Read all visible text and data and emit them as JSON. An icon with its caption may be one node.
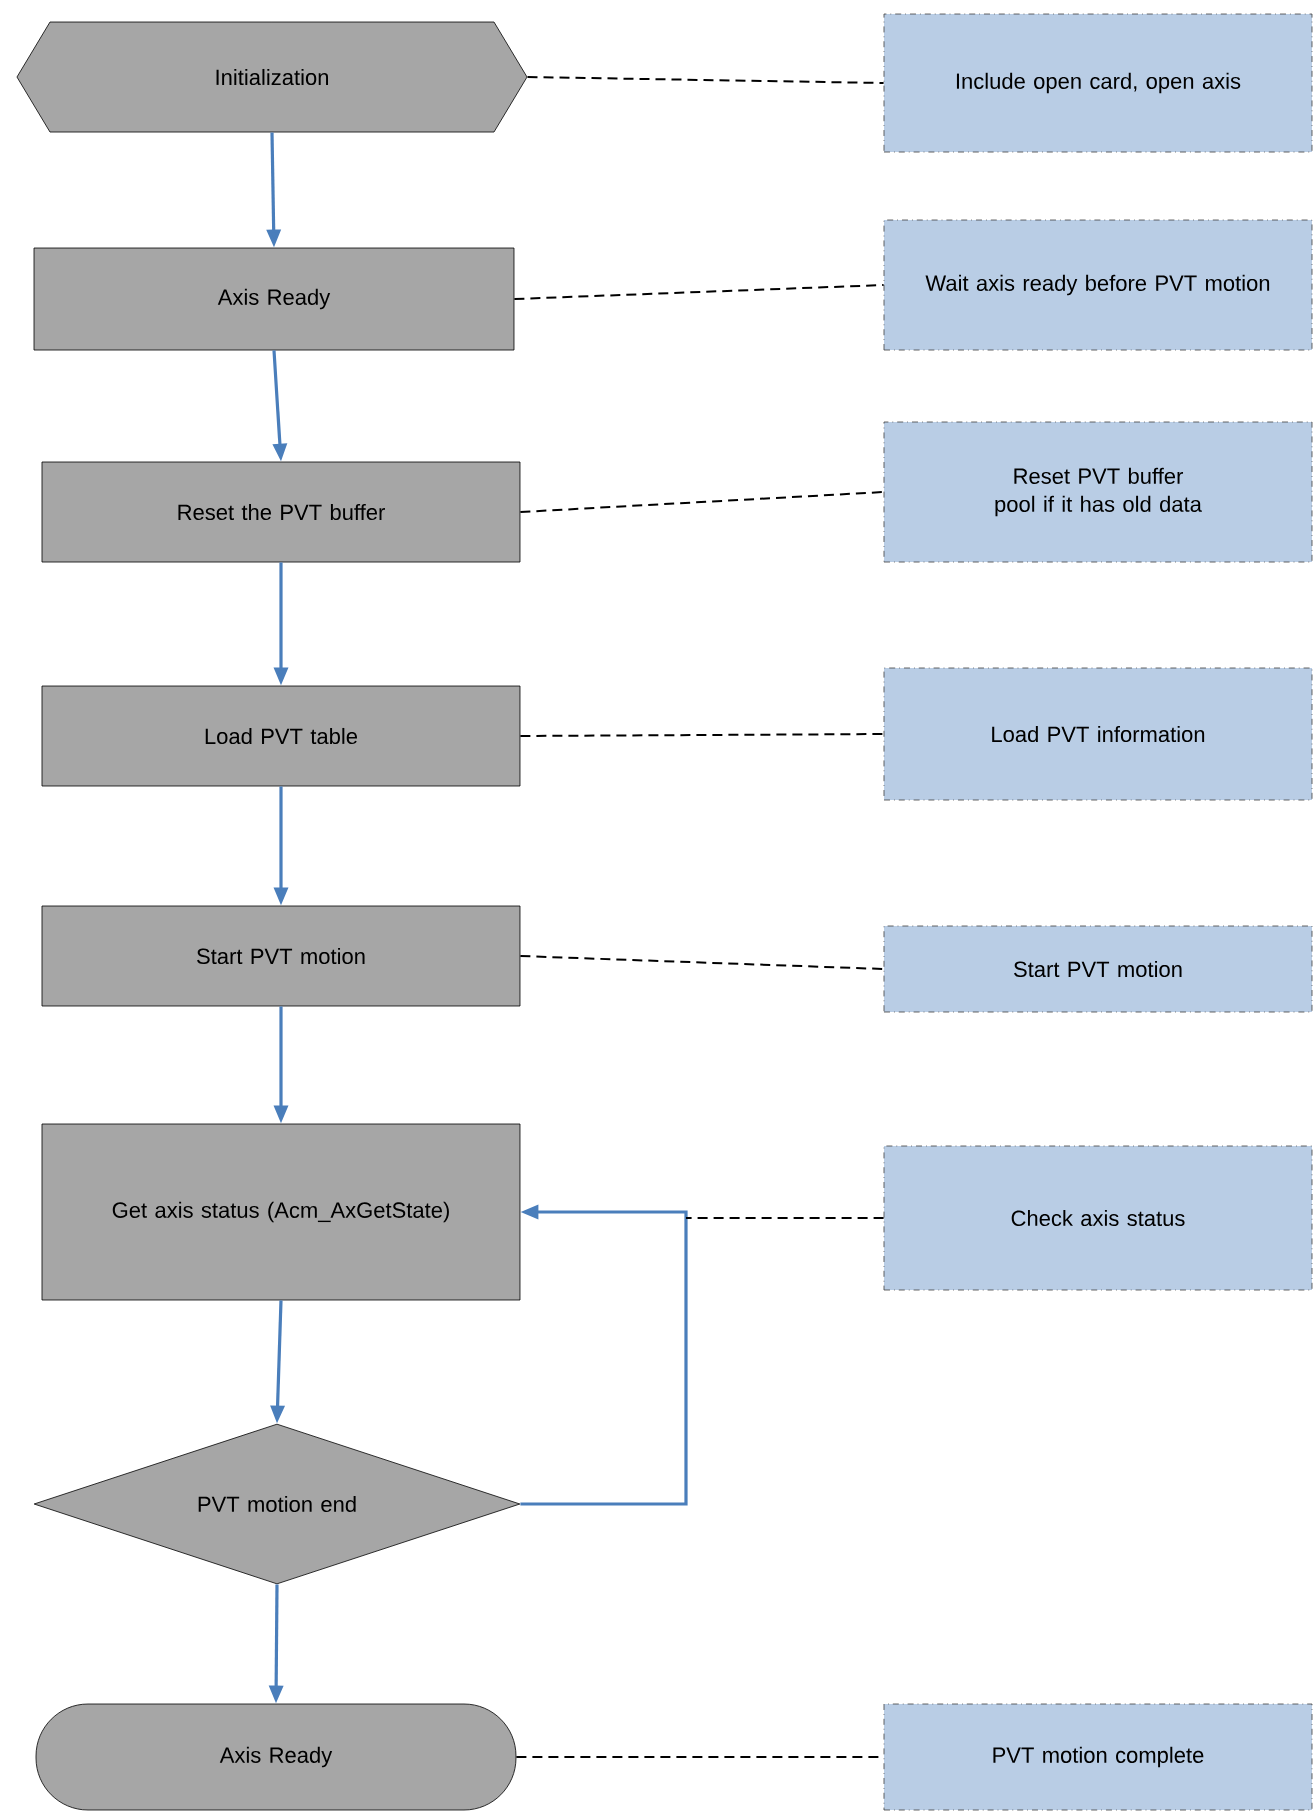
{
  "diagram": {
    "nodes": [
      {
        "text": [
          "Initialization"
        ]
      },
      {
        "text": [
          "Include open card, open axis"
        ]
      },
      {
        "text": [
          "Axis Ready"
        ]
      },
      {
        "text": [
          "Wait axis ready before PVT motion"
        ]
      },
      {
        "text": [
          "Reset the PVT buffer"
        ]
      },
      {
        "text": [
          "Reset PVT buffer pool if it has old data"
        ]
      },
      {
        "text": [
          "Load PVT table"
        ]
      },
      {
        "text": [
          "Load PVT information"
        ]
      },
      {
        "text": [
          "Start PVT motion"
        ]
      },
      {
        "text": [
          "Start PVT motion"
        ]
      },
      {
        "text": [
          "Get axis status (Acm_AxGetState)"
        ]
      },
      {
        "text": [
          "Check axis status"
        ]
      },
      {
        "text": [
          "PVT motion end"
        ]
      },
      {
        "text": [
          "Axis Ready"
        ]
      },
      {
        "text": [
          "PVT motion complete"
        ]
      }
    ],
    "edges": [
      {
        "from": 0,
        "to": 2,
        "arrow": "to"
      },
      {
        "from": 2,
        "to": 4,
        "arrow": "to"
      },
      {
        "from": 4,
        "to": 6,
        "arrow": "to"
      },
      {
        "from": 6,
        "to": 8,
        "arrow": "to"
      },
      {
        "from": 8,
        "to": 10,
        "arrow": "to"
      },
      {
        "from": 10,
        "to": 12,
        "arrow": "to"
      },
      {
        "from": 12,
        "to": 13,
        "arrow": "to"
      },
      {
        "from": 12,
        "to": 10,
        "arrow": "to"
      },
      {
        "from": 0,
        "to": 1,
        "arrow": "none",
        "style": "dashed",
        "color": "#000000"
      },
      {
        "from": 2,
        "to": 3,
        "arrow": "none",
        "style": "dashed",
        "color": "#000000"
      },
      {
        "from": 4,
        "to": 5,
        "arrow": "none",
        "style": "dashed",
        "color": "#000000"
      },
      {
        "from": 6,
        "to": 7,
        "arrow": "none",
        "style": "dashed",
        "color": "#000000"
      },
      {
        "from": 8,
        "to": 9,
        "arrow": "none",
        "style": "dashed",
        "color": "#000000"
      },
      {
        "from": 11,
        "to": null,
        "arrow": "none",
        "style": "dashed",
        "color": "#000000"
      },
      {
        "from": 13,
        "to": 14,
        "arrow": "none",
        "style": "dashed",
        "color": "#000000"
      }
    ]
  }
}
